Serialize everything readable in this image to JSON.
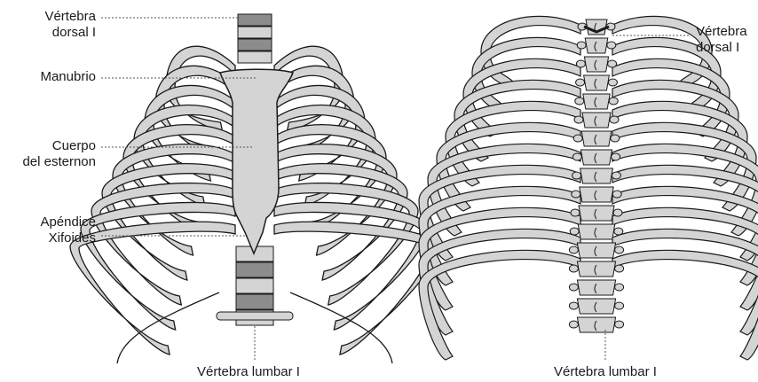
{
  "figures": [
    {
      "view": "front",
      "labels": {
        "dorsal_vertebra": "Vértebra\ndorsal I",
        "manubrium": "Manubrio",
        "sternum_body": "Cuerpo\ndel esternon",
        "xiphoid": "Apéndice\nXifoides",
        "lumbar_vertebra": "Vértebra lumbar I"
      }
    },
    {
      "view": "back",
      "labels": {
        "dorsal_vertebra": "Vértebra\ndorsal I",
        "lumbar_vertebra": "Vértebra lumbar I"
      }
    }
  ],
  "colors": {
    "bone_fill": "#d4d4d4",
    "bone_stroke": "#1a1a1a",
    "vertebra_dark": "#8c8c8c",
    "leader_line": "#555555"
  }
}
